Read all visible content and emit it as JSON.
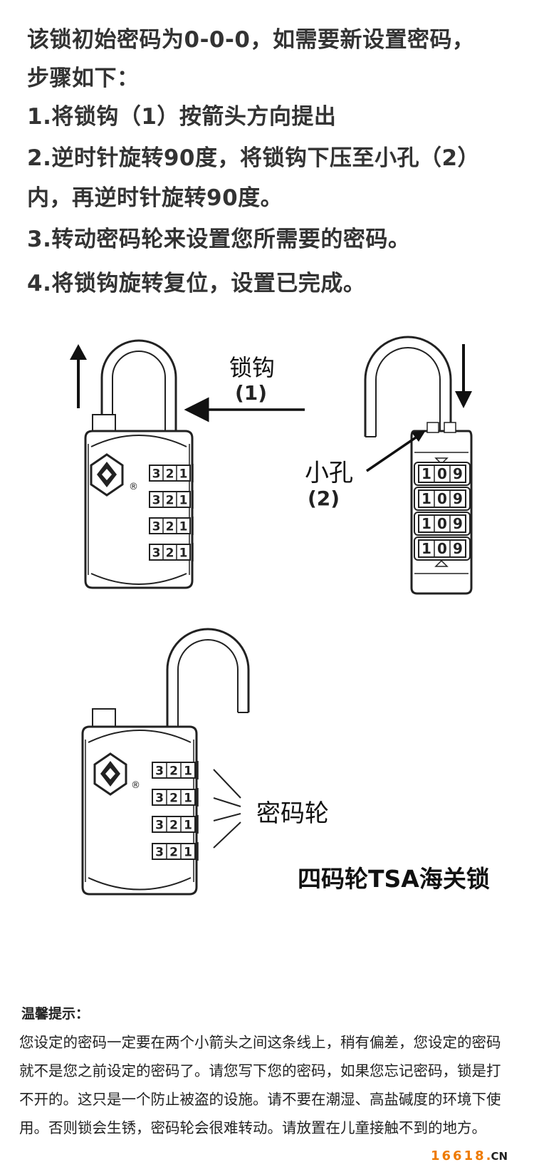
{
  "instructions": {
    "line1": "该锁初始密码为0-0-0，如需要新设置密码，",
    "line2": "步骤如下：",
    "line3": "1.将锁钩（1）按箭头方向提出",
    "line4": "2.逆时针旋转90度，将锁钩下压至小孔（2）",
    "line5": "内，再逆时针旋转90度。",
    "line6": "3.转动密码轮来设置您所需要的密码。",
    "line7": "4.将锁钩旋转复位，设置已完成。"
  },
  "figure1": {
    "shackle_label": "锁钩",
    "shackle_number": "(1)",
    "wheel_digits": [
      "3",
      "2",
      "1"
    ]
  },
  "figure2": {
    "hole_label": "小孔",
    "hole_number": "(2)",
    "wheel_digits": [
      "1",
      "0",
      "9"
    ]
  },
  "figure3": {
    "wheel_label": "密码轮",
    "product_title": "四码轮TSA海关锁",
    "wheel_digits": [
      "3",
      "2",
      "1"
    ]
  },
  "registered_mark": "®",
  "tips": {
    "title": "温馨提示：",
    "line1": "您设定的密码一定要在两个小箭头之间这条线上，稍有偏差，您设定的密码",
    "line2": "就不是您之前设定的密码了。请您写下您的密码，如果您忘记密码，锁是打",
    "line3": "不开的。这只是一个防止被盗的设施。请不要在潮湿、高盐碱度的环境下使",
    "line4": "用。否则锁会生锈，密码轮会很难转动。请放置在儿童接触不到的地方。"
  },
  "watermark": {
    "number": "16618",
    "dot": ".",
    "domain": "CN"
  },
  "colors": {
    "text": "#333333",
    "line": "#222222",
    "watermark_orange": "#ee7a00"
  }
}
